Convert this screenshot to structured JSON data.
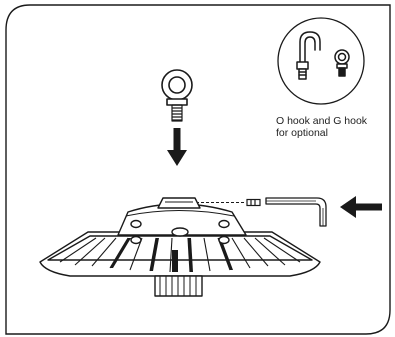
{
  "caption": {
    "line1": "O hook and G hook",
    "line2": "for optional"
  },
  "icons": {
    "frame": "rounded-frame",
    "eye_bolt": "eye-bolt-icon",
    "down_arrow": "arrow-down-icon",
    "left_arrow": "arrow-left-icon",
    "hex_key": "hex-key-icon",
    "set_screw": "set-screw-icon",
    "g_hook": "g-hook-icon",
    "o_hook": "o-hook-icon",
    "lamp": "ufo-high-bay-lamp-icon"
  },
  "colors": {
    "line": "#1a1a1a",
    "background": "#ffffff"
  }
}
